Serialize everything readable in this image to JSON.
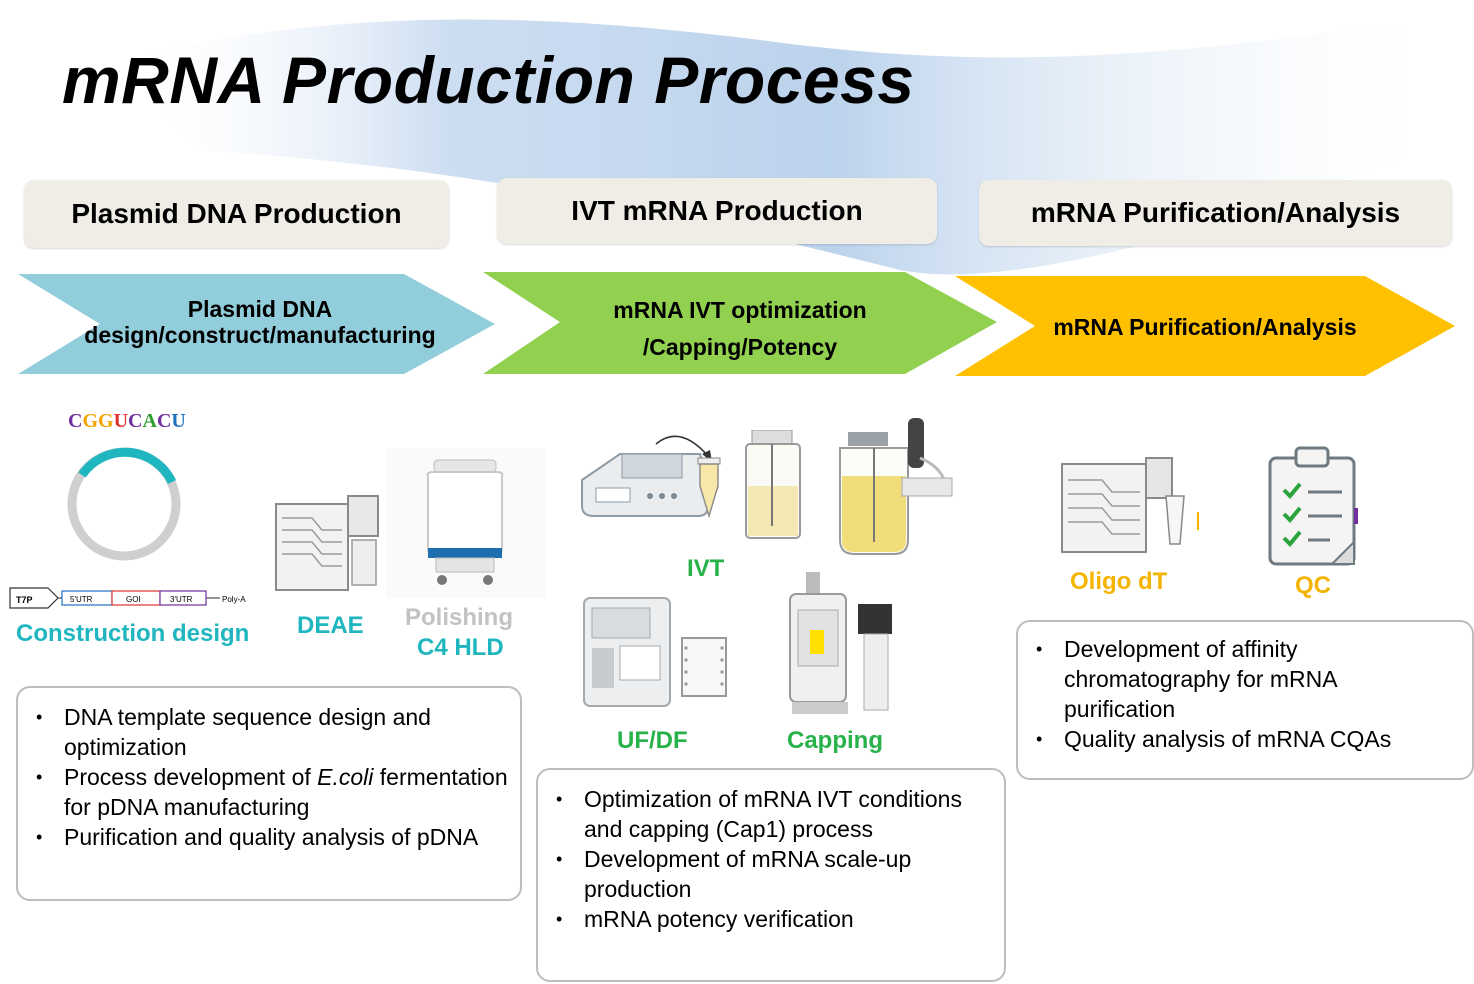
{
  "title": "mRNA Production Process",
  "stages": [
    {
      "header": "Plasmid DNA Production",
      "arrow_lines": [
        "Plasmid DNA",
        "design/construct/manufacturing"
      ],
      "arrow_color": "#92cddc",
      "bullets": [
        {
          "parts": [
            "DNA template sequence design and optimization"
          ]
        },
        {
          "parts": [
            "Process development of ",
            "E.coli",
            " fermentation for pDNA manufacturing"
          ]
        },
        {
          "parts": [
            "Purification and quality analysis of pDNA"
          ]
        }
      ]
    },
    {
      "header": "IVT mRNA Production",
      "arrow_lines": [
        "mRNA IVT optimization",
        "/Capping/Potency"
      ],
      "arrow_color": "#92d050",
      "bullets": [
        {
          "parts": [
            "Optimization of mRNA IVT conditions and capping (Cap1) process"
          ]
        },
        {
          "parts": [
            "Development of mRNA scale-up production"
          ]
        },
        {
          "parts": [
            "mRNA potency verification"
          ]
        }
      ]
    },
    {
      "header": "mRNA Purification/Analysis",
      "arrow_lines": [
        "mRNA Purification/Analysis"
      ],
      "arrow_color": "#ffc000",
      "bullets": [
        {
          "parts": [
            "Development of affinity chromatography for mRNA purification"
          ]
        },
        {
          "parts": [
            "Quality analysis of mRNA CQAs"
          ]
        }
      ]
    }
  ],
  "sequence": {
    "letters": [
      "C",
      "G",
      "G",
      "U",
      "C",
      "A",
      "C",
      "U"
    ],
    "colors": [
      "#7030a0",
      "#f5a300",
      "#f5a300",
      "#e03030",
      "#7030a0",
      "#2e9e2e",
      "#7030a0",
      "#2070c0"
    ]
  },
  "plasmid_map": {
    "promoter": "T7P",
    "segments": [
      "5'UTR",
      "GOI",
      "3'UTR"
    ],
    "tail": "Poly-A"
  },
  "labels": {
    "construction": "Construction design",
    "deae": "DEAE",
    "polishing": "Polishing",
    "c4hld": "C4 HLD",
    "ivt": "IVT",
    "ufdf": "UF/DF",
    "capping": "Capping",
    "oligo": "Oligo dT",
    "qc": "QC"
  },
  "colors": {
    "header_bg": "#efede5",
    "label_teal": "#1fb6bf",
    "label_green": "#27b24a",
    "label_orange": "#f5b400",
    "label_grey": "#c2c2c2"
  },
  "icons": [
    "plasmid-icon",
    "chromatography-system-icon",
    "filter-capsule-icon",
    "thermal-mixer-icon",
    "tube-icon",
    "reactor-vessel-icon",
    "bioreactor-icon",
    "tff-system-icon",
    "filter-cassette-icon",
    "capping-system-icon",
    "checklist-icon"
  ]
}
